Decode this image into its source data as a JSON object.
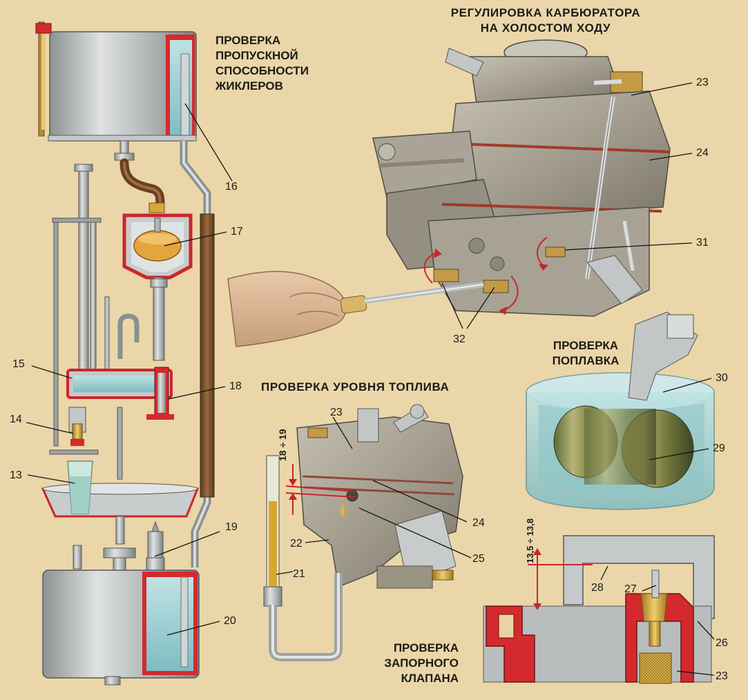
{
  "titles": {
    "jet_check": [
      "ПРОВЕРКА",
      "ПРОПУСКНОЙ",
      "СПОСОБНОСТИ",
      "ЖИКЛЕРОВ"
    ],
    "idle_adjust": [
      "РЕГУЛИРОВКА КАРБЮРАТОРА",
      "НА ХОЛОСТОМ ХОДУ"
    ],
    "float_check": [
      "ПРОВЕРКА",
      "ПОПЛАВКА"
    ],
    "fuel_level": "ПРОВЕРКА УРОВНЯ ТОПЛИВА",
    "shutoff_valve": [
      "ПРОВЕРКА",
      "ЗАПОРНОГО",
      "КЛАПАНА"
    ]
  },
  "dimensions": {
    "fuel_level_mm": "18 ÷ 19",
    "float_height_mm": "13,5 ÷ 13,8"
  },
  "callouts": {
    "c13": "13",
    "c14": "14",
    "c15": "15",
    "c16": "16",
    "c17": "17",
    "c18": "18",
    "c19": "19",
    "c20": "20",
    "c21": "21",
    "c22": "22",
    "c23_top": "23",
    "c24_top": "24",
    "c31": "31",
    "c32": "32",
    "c23_mid": "23",
    "c24_mid": "24",
    "c25": "25",
    "c30": "30",
    "c29": "29",
    "c28": "28",
    "c27": "27",
    "c26": "26",
    "c23_bot": "23"
  },
  "colors": {
    "background": "#ead6a8",
    "water": "#9fd0d4",
    "metal": "#b8bcbc",
    "carb_body": "#a8a294",
    "section_red": "#d42a2e",
    "brass": "#d8a83a",
    "hose": "#7a4f2e"
  }
}
